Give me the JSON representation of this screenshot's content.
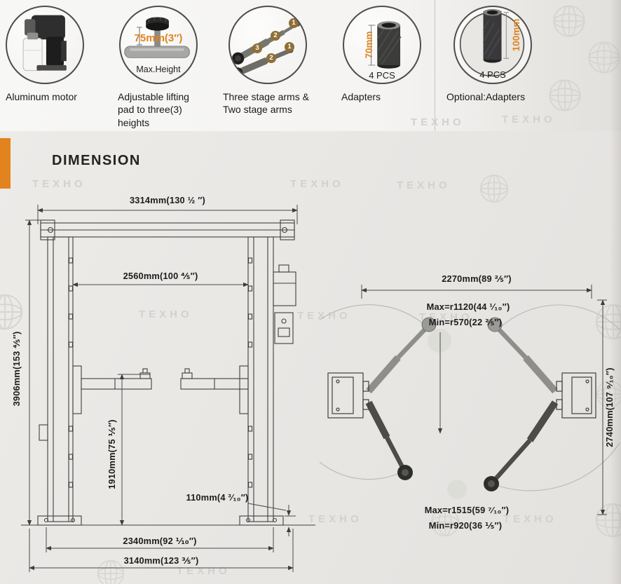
{
  "watermark": {
    "text": "TEXHO"
  },
  "colors": {
    "accent_orange": "#e0831d"
  },
  "features": {
    "items": [
      {
        "label": "Aluminum motor"
      },
      {
        "label": "Adjustable lifting pad to three(3) heights",
        "dimension": "75mm(3″)",
        "note": "Max.Height"
      },
      {
        "label": "Three stage arms & Two stage arms",
        "three_stage": [
          "1",
          "2",
          "3"
        ],
        "two_stage": [
          "1",
          "2"
        ]
      },
      {
        "label": "Adapters",
        "dimension": "70mm",
        "qty": "4 PCS"
      },
      {
        "label": "Optional:Adapters",
        "dimension": "100mm",
        "qty": "4 PCS"
      }
    ]
  },
  "dimension_section": {
    "title": "DIMENSION",
    "front_view": {
      "overall_width": "3314mm(130 ½ ″)",
      "inner_width": "2560mm(100 ⅘″)",
      "overall_height": "3906mm(153 ⅘″)",
      "lifting_height": "1910mm(75 ⅕″)",
      "base_height": "110mm(4 ³⁄₁₀″)",
      "base_width": "2340mm(92 ⅒″)",
      "floor_width": "3140mm(123 ⅗″)"
    },
    "top_view": {
      "width_between_columns": "2270mm(89 ⅖″)",
      "front_arm_max": "Max=r1120(44 ¹⁄₁₀″)",
      "front_arm_min": "Min=r570(22 ⅖″)",
      "overall_depth": "2740mm(107 ⁹⁄₁₀″)",
      "rear_arm_max": "Max=r1515(59 ⁷⁄₁₀″)",
      "rear_arm_min": "Min=r920(36 ⅕″)"
    }
  }
}
